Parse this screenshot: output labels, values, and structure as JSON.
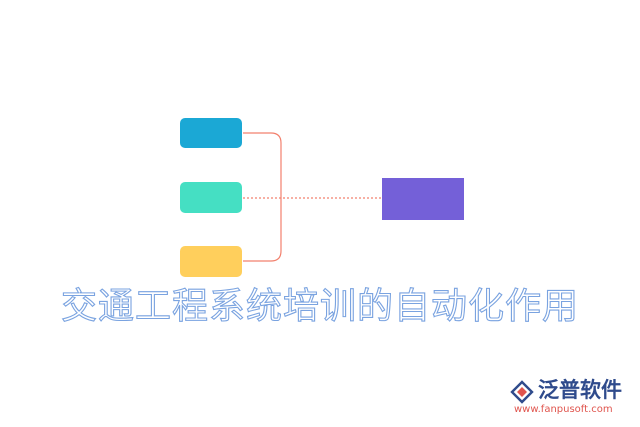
{
  "diagram": {
    "title": "交通工程系统培训的自动化作用",
    "nodes": [
      {
        "id": "node-1",
        "color": "#1ba8d5",
        "label": ""
      },
      {
        "id": "node-2",
        "color": "#45dfc3",
        "label": ""
      },
      {
        "id": "node-3",
        "color": "#ffcf5c",
        "label": ""
      }
    ],
    "center_node": {
      "color": "#7460d8",
      "label": ""
    },
    "connector_color": "#f2806d"
  },
  "watermark": {
    "brand": "泛普软件",
    "url": "www.fanpusoft.com",
    "brand_color": "#2f4b8c",
    "url_color": "#e0554e"
  }
}
